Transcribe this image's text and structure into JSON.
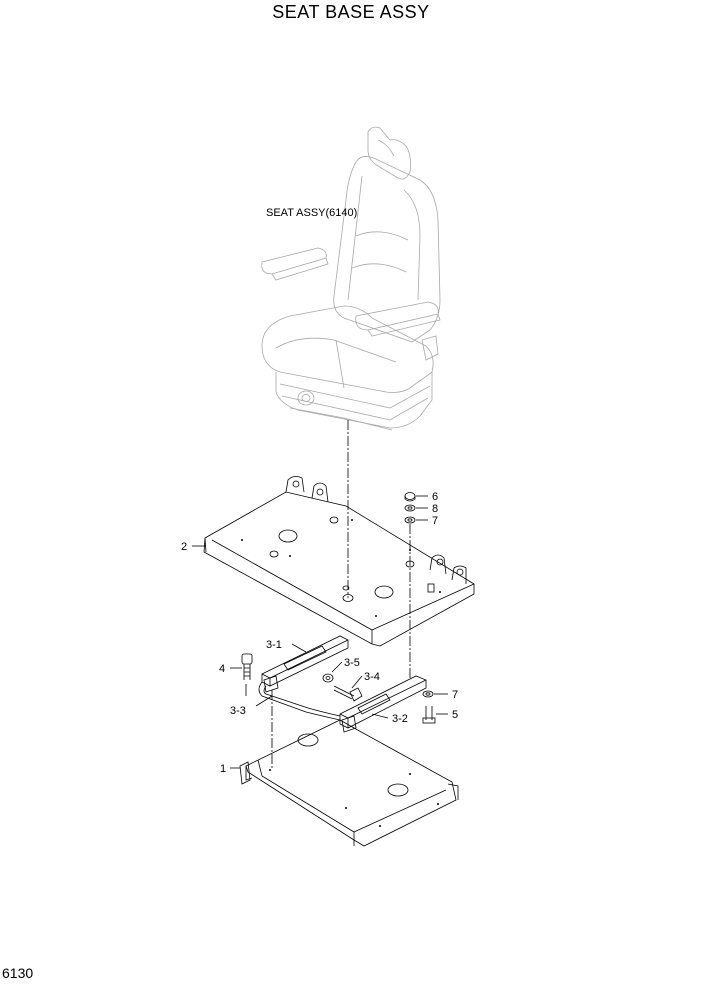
{
  "title": "SEAT BASE ASSY",
  "seat_label": "SEAT ASSY(6140)",
  "page_number": "6130",
  "callouts": {
    "c1": "1",
    "c2": "2",
    "c3_1": "3-1",
    "c3_2": "3-2",
    "c3_3": "3-3",
    "c3_4": "3-4",
    "c3_5": "3-5",
    "c4": "4",
    "c5": "5",
    "c6": "6",
    "c7a": "7",
    "c7b": "7",
    "c8": "8"
  }
}
